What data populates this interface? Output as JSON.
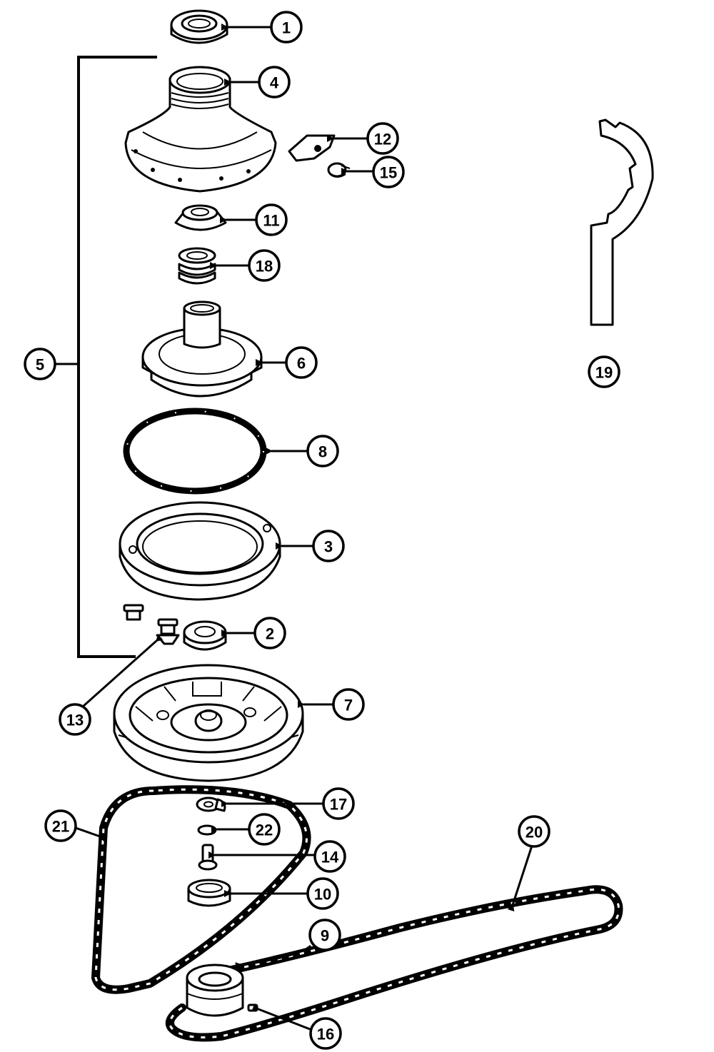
{
  "diagram": {
    "callouts": [
      {
        "id": "c1",
        "number": "1"
      },
      {
        "id": "c2",
        "number": "2"
      },
      {
        "id": "c3",
        "number": "3"
      },
      {
        "id": "c4",
        "number": "4"
      },
      {
        "id": "c5",
        "number": "5"
      },
      {
        "id": "c6",
        "number": "6"
      },
      {
        "id": "c7",
        "number": "7"
      },
      {
        "id": "c8",
        "number": "8"
      },
      {
        "id": "c9",
        "number": "9"
      },
      {
        "id": "c10",
        "number": "10"
      },
      {
        "id": "c11",
        "number": "11"
      },
      {
        "id": "c12",
        "number": "12"
      },
      {
        "id": "c13",
        "number": "13"
      },
      {
        "id": "c14",
        "number": "14"
      },
      {
        "id": "c15",
        "number": "15"
      },
      {
        "id": "c16",
        "number": "16"
      },
      {
        "id": "c17",
        "number": "17"
      },
      {
        "id": "c18",
        "number": "18"
      },
      {
        "id": "c19",
        "number": "19"
      },
      {
        "id": "c20",
        "number": "20"
      },
      {
        "id": "c21",
        "number": "21"
      },
      {
        "id": "c22",
        "number": "22"
      }
    ]
  }
}
